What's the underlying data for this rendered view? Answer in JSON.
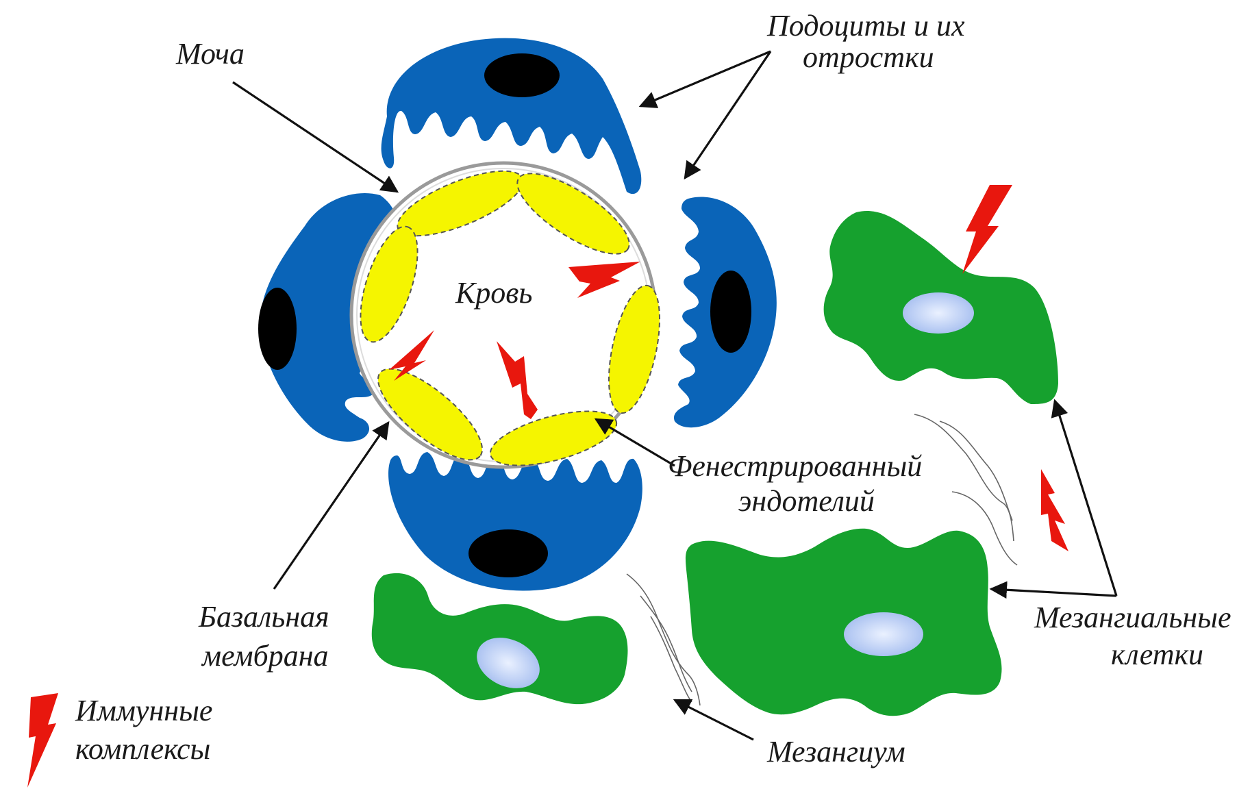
{
  "labels": {
    "urine": "Моча",
    "podocytes_line1": "Подоциты и их",
    "podocytes_line2": "отростки",
    "blood": "Кровь",
    "endothelium_line1": "Фенестрированный",
    "endothelium_line2": "эндотелий",
    "basement_line1": "Базальная",
    "basement_line2": "мембрана",
    "mesangial_line1": "Мезангиальные",
    "mesangial_line2": "клетки",
    "mesangium": "Мезангиум",
    "immune_line1": "Иммунные",
    "immune_line2": "комплексы"
  },
  "colors": {
    "podocyte": "#0a64b8",
    "podocyte_nucleus": "#000000",
    "endothelium": "#f5f500",
    "mesangial_cell": "#16a12e",
    "mesangial_nucleus": "#b8cdf2",
    "immune_complex": "#e8170e",
    "basement_membrane": "#9a9a9a"
  }
}
